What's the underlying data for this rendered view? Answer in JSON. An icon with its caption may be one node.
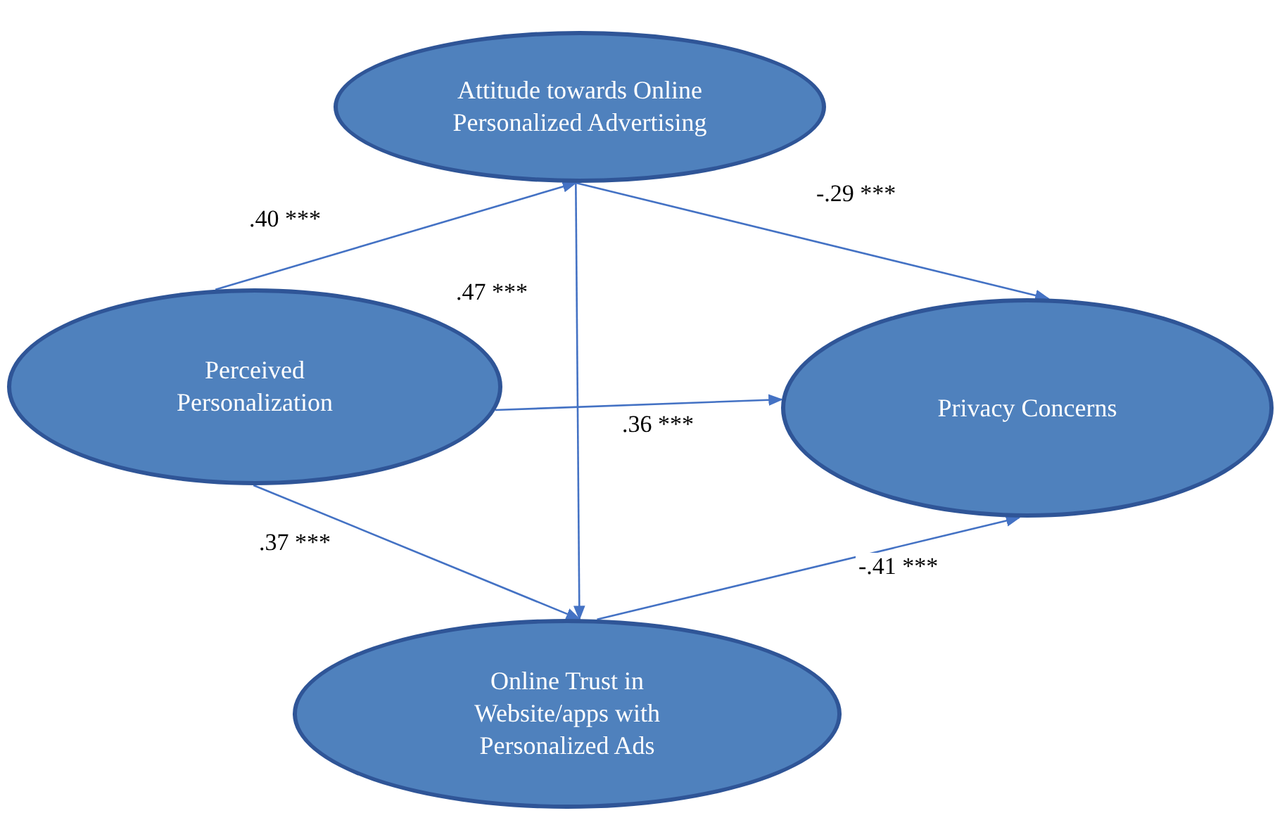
{
  "diagram": {
    "nodes": [
      {
        "text": [
          "Attitude towards Online Personalized Advertising"
        ]
      },
      {
        "text": [
          "Perceived Personalization"
        ]
      },
      {
        "text": [
          "Privacy Concerns"
        ]
      },
      {
        "text": [
          "Online Trust in Website/apps with Personalized Ads"
        ]
      }
    ],
    "edges": [
      {
        "from": 1,
        "to": 0,
        "arrow": "to",
        "label": ".40 ***"
      },
      {
        "from": 0,
        "to": 2,
        "arrow": "to",
        "label": "-.29 ***"
      },
      {
        "from": 0,
        "to": 3,
        "arrow": "to",
        "label": ".47 ***"
      },
      {
        "from": 1,
        "to": 2,
        "arrow": "to",
        "label": ".36 ***"
      },
      {
        "from": 1,
        "to": 3,
        "arrow": "to",
        "label": ".37 ***"
      },
      {
        "from": 3,
        "to": 2,
        "arrow": "to",
        "label": "-.41 ***"
      }
    ]
  }
}
